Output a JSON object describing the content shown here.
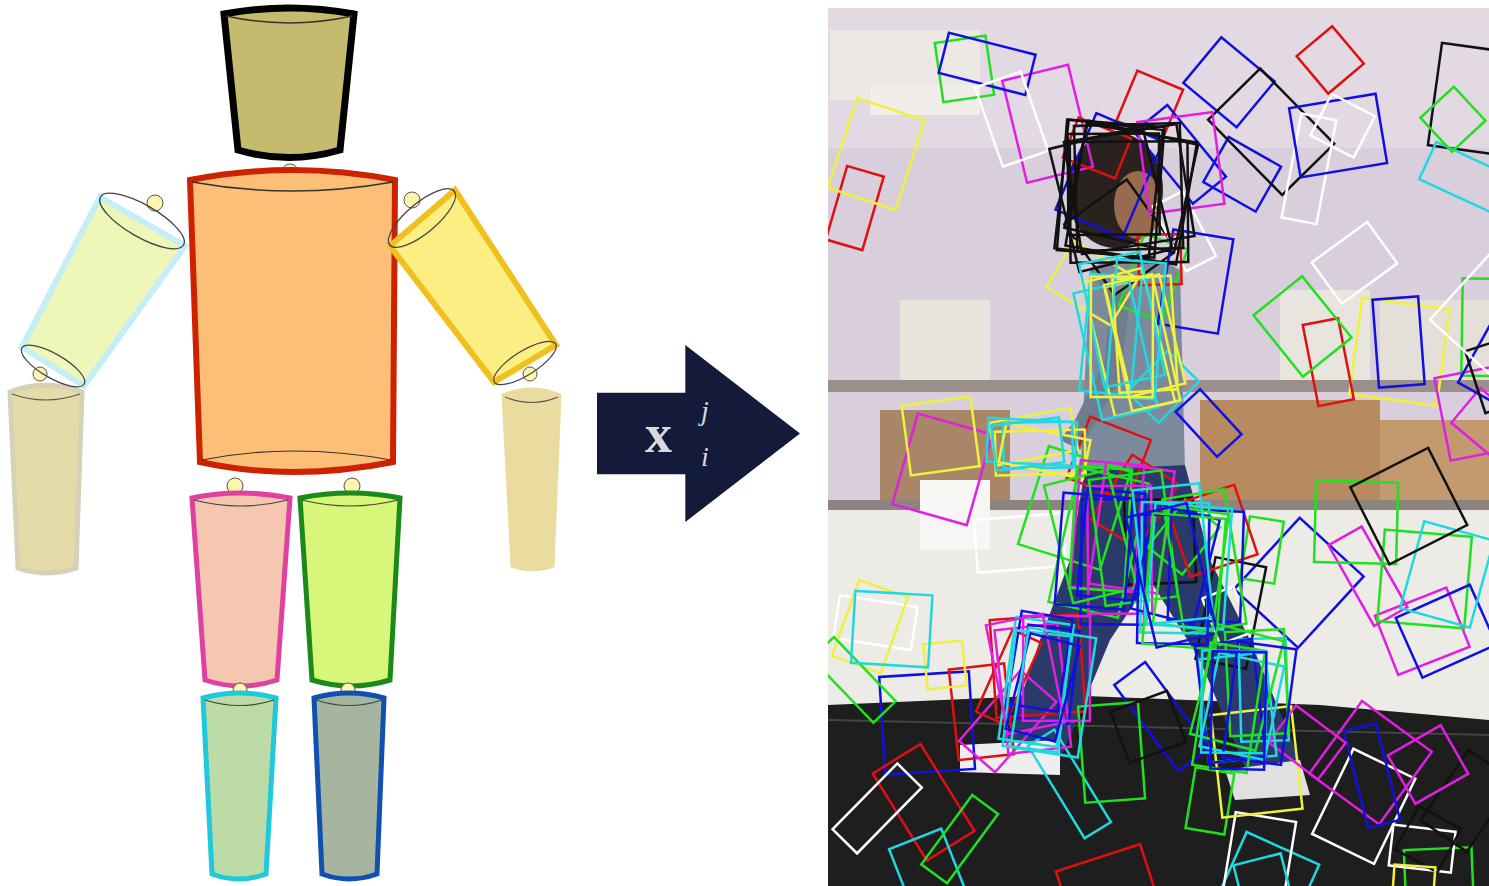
{
  "diagram": {
    "nodes": [
      {
        "text": [
          "x",
          "j",
          "i"
        ]
      }
    ]
  }
}
